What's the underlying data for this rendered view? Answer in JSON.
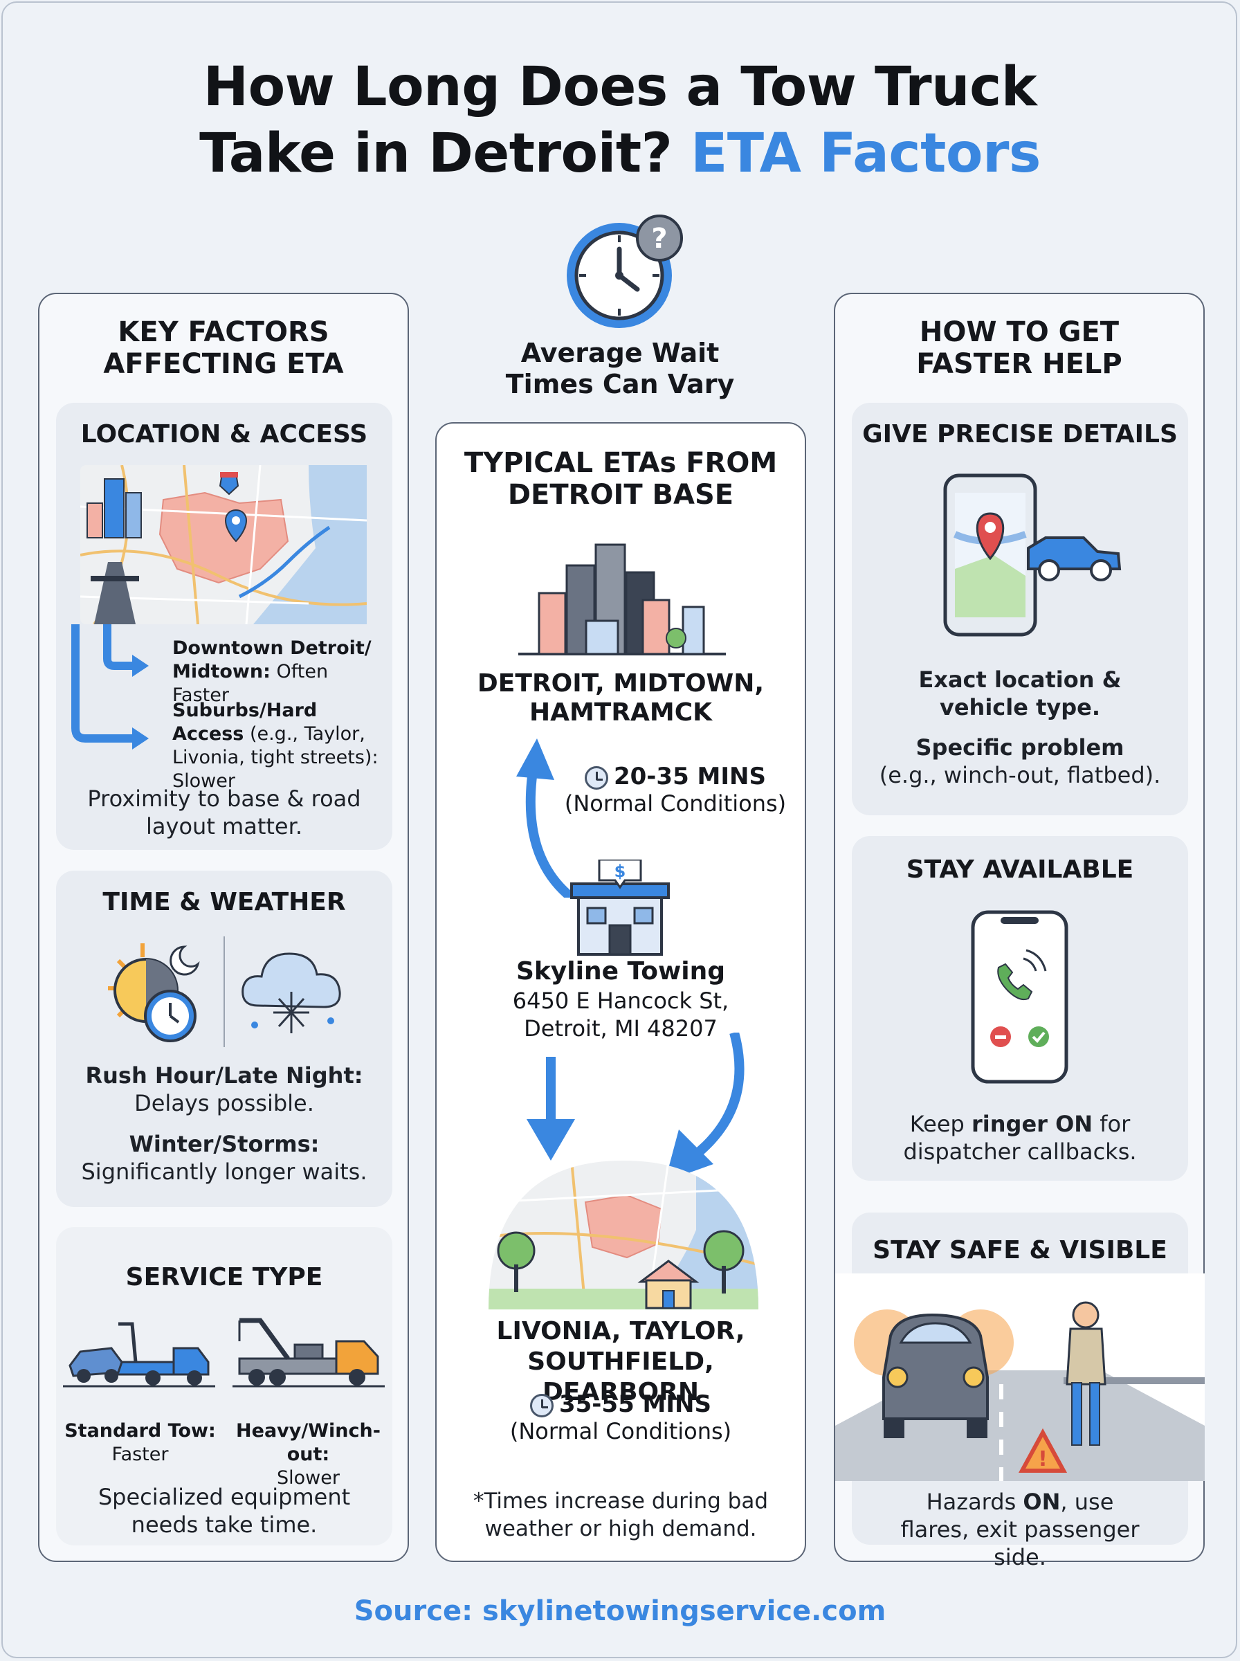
{
  "title": {
    "line1": "How Long Does a Tow Truck",
    "line2_prefix": "Take in Detroit?",
    "line2_accent": "ETA Factors"
  },
  "center_intro": "Average Wait Times Can Vary",
  "left": {
    "heading": "KEY FACTORS AFFECTING ETA",
    "location": {
      "title": "LOCATION & ACCESS",
      "item1_bold": "Downtown Detroit/ Midtown:",
      "item1_rest": "Often Faster",
      "item2_bold": "Suburbs/Hard Access",
      "item2_rest": "(e.g., Taylor, Livonia, tight streets): Slower",
      "note": "Proximity to base & road layout matter."
    },
    "time_weather": {
      "title": "TIME & WEATHER",
      "line1_bold": "Rush Hour/Late Night:",
      "line1_rest": "Delays possible.",
      "line2_bold": "Winter/Storms:",
      "line2_rest": "Significantly longer waits."
    },
    "service": {
      "title": "SERVICE TYPE",
      "standard_bold": "Standard Tow:",
      "standard_rest": "Faster",
      "heavy_bold": "Heavy/Winch-out:",
      "heavy_rest": "Slower",
      "note": "Specialized equipment needs take time."
    }
  },
  "center": {
    "heading": "TYPICAL ETAs FROM DETROIT BASE",
    "zone1": {
      "name": "DETROIT, MIDTOWN, HAMTRAMCK",
      "time": "20-35 MINS",
      "cond": "(Normal Conditions)"
    },
    "base": {
      "name": "Skyline Towing",
      "addr1": "6450 E Hancock St,",
      "addr2": "Detroit, MI 48207"
    },
    "zone2": {
      "name": "LIVONIA, TAYLOR, SOUTHFIELD, DEARBORN",
      "time": "35-55 MINS",
      "cond": "(Normal Conditions)"
    },
    "footnote": "*Times increase during bad weather or high demand."
  },
  "right": {
    "heading": "HOW TO GET FASTER HELP",
    "precise": {
      "title": "GIVE PRECISE DETAILS",
      "line1": "Exact location & vehicle type.",
      "line2_bold": "Specific problem",
      "line2_rest": "(e.g., winch-out, flatbed)."
    },
    "available": {
      "title": "STAY AVAILABLE",
      "pre": "Keep",
      "bold": "ringer ON",
      "post": "for dispatcher callbacks."
    },
    "safe": {
      "title": "STAY SAFE & VISIBLE",
      "pre": "Hazards",
      "bold": "ON",
      "post": ", use flares, exit passenger side."
    }
  },
  "source": "Source: skylinetowingservice.com",
  "colors": {
    "accent": "#3a87e0",
    "card": "#e8ecf2",
    "border": "#5c6677"
  }
}
